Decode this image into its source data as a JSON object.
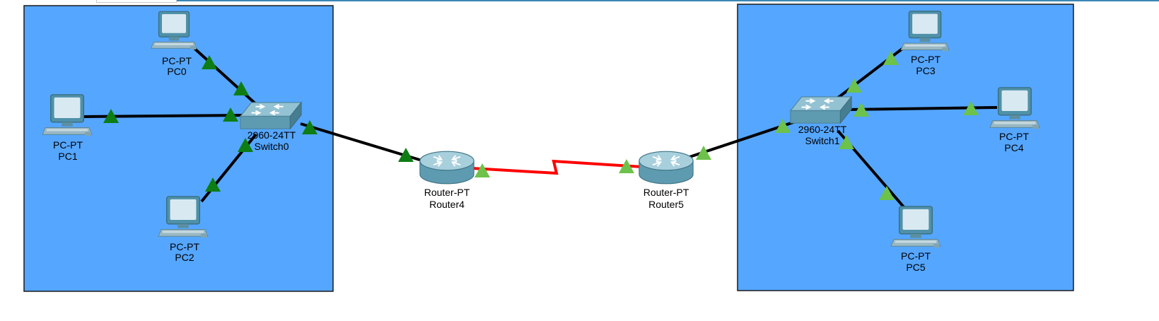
{
  "colors": {
    "background": "#ffffff",
    "area_fill": "#55a6ff",
    "area_border": "#1a1a1a",
    "ethernet_link": "#000000",
    "serial_link": "#ff0000",
    "link_up_dark": "#0d7d14",
    "link_up_light": "#6cc24a",
    "device_body": "#5e9bb0"
  },
  "devices": {
    "pc0": {
      "model": "PC-PT",
      "name": "PC0",
      "icon": "pc-icon"
    },
    "pc1": {
      "model": "PC-PT",
      "name": "PC1",
      "icon": "pc-icon"
    },
    "pc2": {
      "model": "PC-PT",
      "name": "PC2",
      "icon": "pc-icon"
    },
    "pc3": {
      "model": "PC-PT",
      "name": "PC3",
      "icon": "pc-icon"
    },
    "pc4": {
      "model": "PC-PT",
      "name": "PC4",
      "icon": "pc-icon"
    },
    "pc5": {
      "model": "PC-PT",
      "name": "PC5",
      "icon": "pc-icon"
    },
    "switch0": {
      "model": "2960-24TT",
      "name": "Switch0",
      "icon": "switch-icon"
    },
    "switch1": {
      "model": "2960-24TT",
      "name": "Switch1",
      "icon": "switch-icon"
    },
    "router4": {
      "model": "Router-PT",
      "name": "Router4",
      "icon": "router-icon"
    },
    "router5": {
      "model": "Router-PT",
      "name": "Router5",
      "icon": "router-icon"
    }
  },
  "links": [
    {
      "from": "pc0",
      "to": "switch0",
      "type": "ethernet"
    },
    {
      "from": "pc1",
      "to": "switch0",
      "type": "ethernet"
    },
    {
      "from": "pc2",
      "to": "switch0",
      "type": "ethernet"
    },
    {
      "from": "switch0",
      "to": "router4",
      "type": "ethernet"
    },
    {
      "from": "router4",
      "to": "router5",
      "type": "serial"
    },
    {
      "from": "router5",
      "to": "switch1",
      "type": "ethernet"
    },
    {
      "from": "pc3",
      "to": "switch1",
      "type": "ethernet"
    },
    {
      "from": "pc4",
      "to": "switch1",
      "type": "ethernet"
    },
    {
      "from": "pc5",
      "to": "switch1",
      "type": "ethernet"
    }
  ]
}
